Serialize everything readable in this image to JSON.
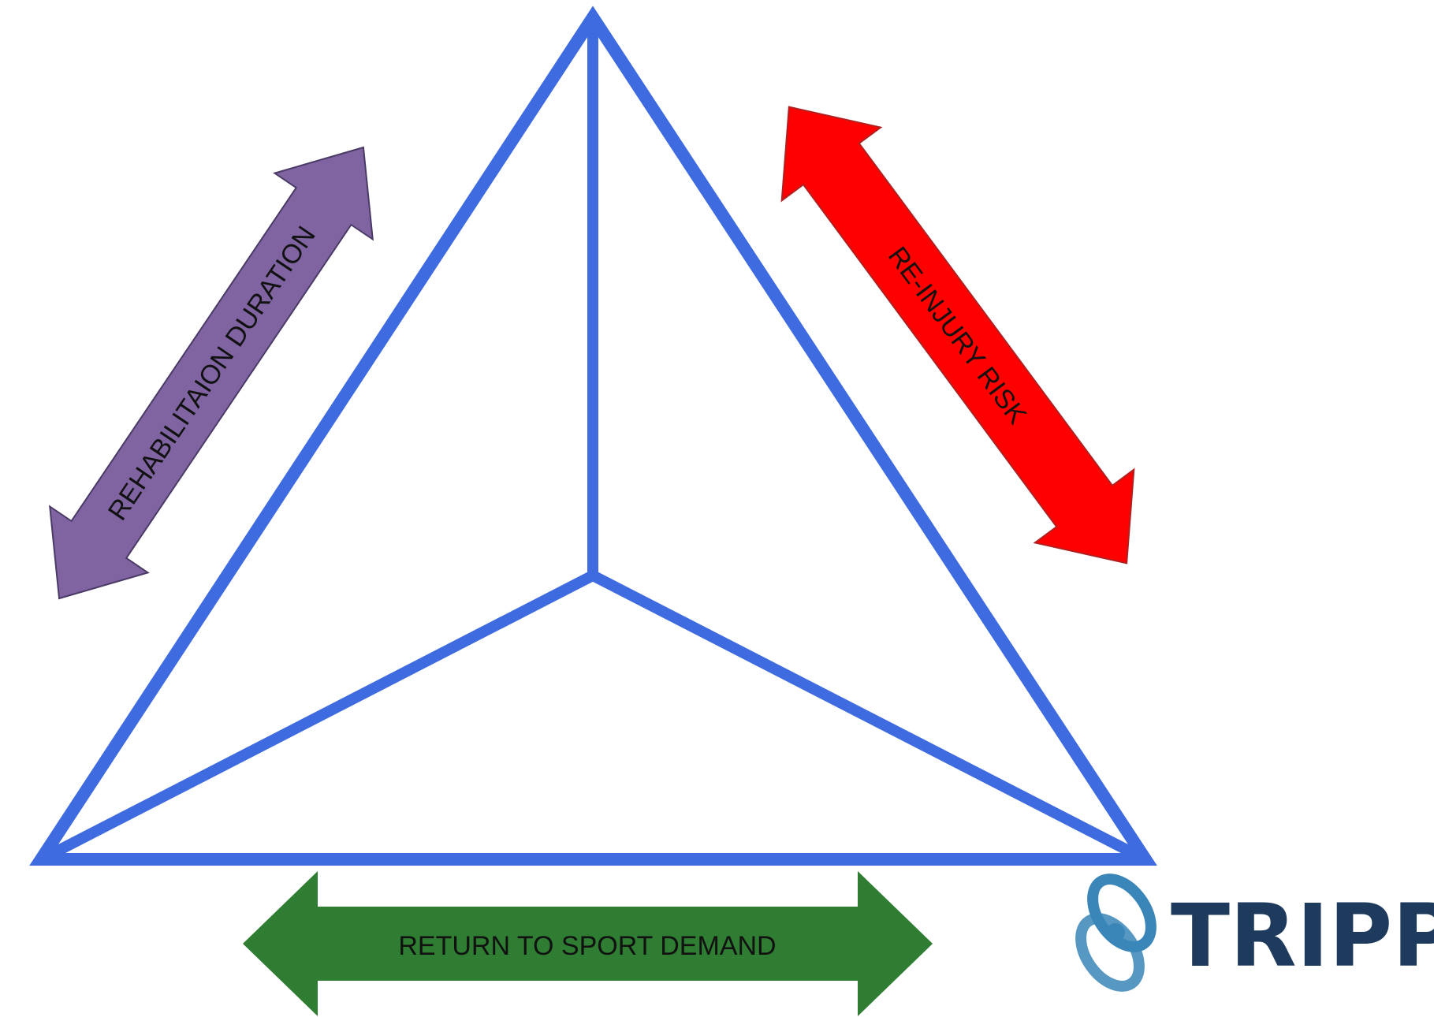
{
  "diagram": {
    "labels": {
      "rehabilitation_duration": "REHABILITAION DURATION",
      "reinjury_risk": "RE-INJURY RISK",
      "return_to_sport_demand": "RETURN TO SPORT DEMAND"
    },
    "logo": {
      "text": "TRIPP",
      "icon": "interlinked-rings-icon"
    },
    "colors": {
      "triangle": "#3f6be0",
      "rehabilitation_arrow": "#8064a2",
      "reinjury_arrow": "#ff0000",
      "return_arrow": "#2e7d32",
      "logo_text": "#1e3a5c",
      "logo_icon": "#3a86b8"
    }
  }
}
